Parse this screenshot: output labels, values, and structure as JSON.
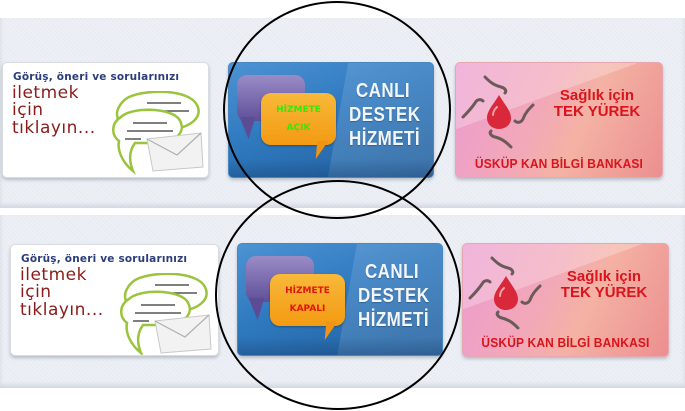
{
  "panels": [
    {
      "feedback": {
        "line1": "Görüş, öneri ve sorularınızı",
        "line2": "iletmek",
        "line3": "için",
        "line4": "tıklayın..."
      },
      "live_support": {
        "status_line1": "HİZMETE",
        "status_line2": "AÇIK",
        "status_color": "#37e60e",
        "title_line1": "CANLI",
        "title_line2": "DESTEK",
        "title_line3": "HİZMETİ"
      },
      "blood_bank": {
        "line1": "Sağlık için",
        "line2": "TEK YÜREK",
        "bottom": "ÜSKÜP KAN BİLGİ BANKASI"
      }
    },
    {
      "feedback": {
        "line1": "Görüş, öneri ve sorularınızı",
        "line2": "iletmek",
        "line3": "için",
        "line4": "tıklayın..."
      },
      "live_support": {
        "status_line1": "HİZMETE",
        "status_line2": "KAPALI",
        "status_color": "#e3140c",
        "title_line1": "CANLI",
        "title_line2": "DESTEK",
        "title_line3": "HİZMETİ"
      },
      "blood_bank": {
        "line1": "Sağlık için",
        "line2": "TEK YÜREK",
        "bottom": "ÜSKÜP KAN BİLGİ BANKASI"
      }
    }
  ],
  "colors": {
    "feedback_heading": "#2b3d7a",
    "feedback_text": "#8b1a1a",
    "live_bg": "#2f79bf",
    "blood_text": "#d8141c"
  }
}
